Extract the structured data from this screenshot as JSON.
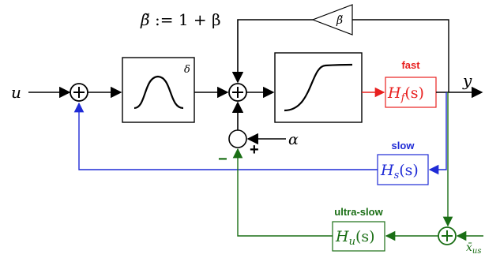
{
  "diagram": {
    "signals": {
      "input": "u",
      "output": "y",
      "alpha": "α",
      "x_us": "x̄",
      "x_us_sub": "us"
    },
    "equation": {
      "beta_tilde": "β̃",
      "rhs": ":= 1 + β"
    },
    "gain_label": "β̃",
    "delta_label": "δ",
    "paths": {
      "fast": {
        "title": "fast",
        "block": "Hf(s)",
        "block_main": "H",
        "block_sub": "f",
        "block_arg": "(s)",
        "color": "#e8201f"
      },
      "slow": {
        "title": "slow",
        "block": "Hs(s)",
        "block_main": "H",
        "block_sub": "s",
        "block_arg": "(s)",
        "color": "#1f2bd6"
      },
      "ultra_slow": {
        "title": "ultra-slow",
        "block": "Hu(s)",
        "block_main": "H",
        "block_sub": "u",
        "block_arg": "(s)",
        "color": "#1a6e15"
      }
    },
    "signs": {
      "plus": "+",
      "minus": "−"
    }
  }
}
